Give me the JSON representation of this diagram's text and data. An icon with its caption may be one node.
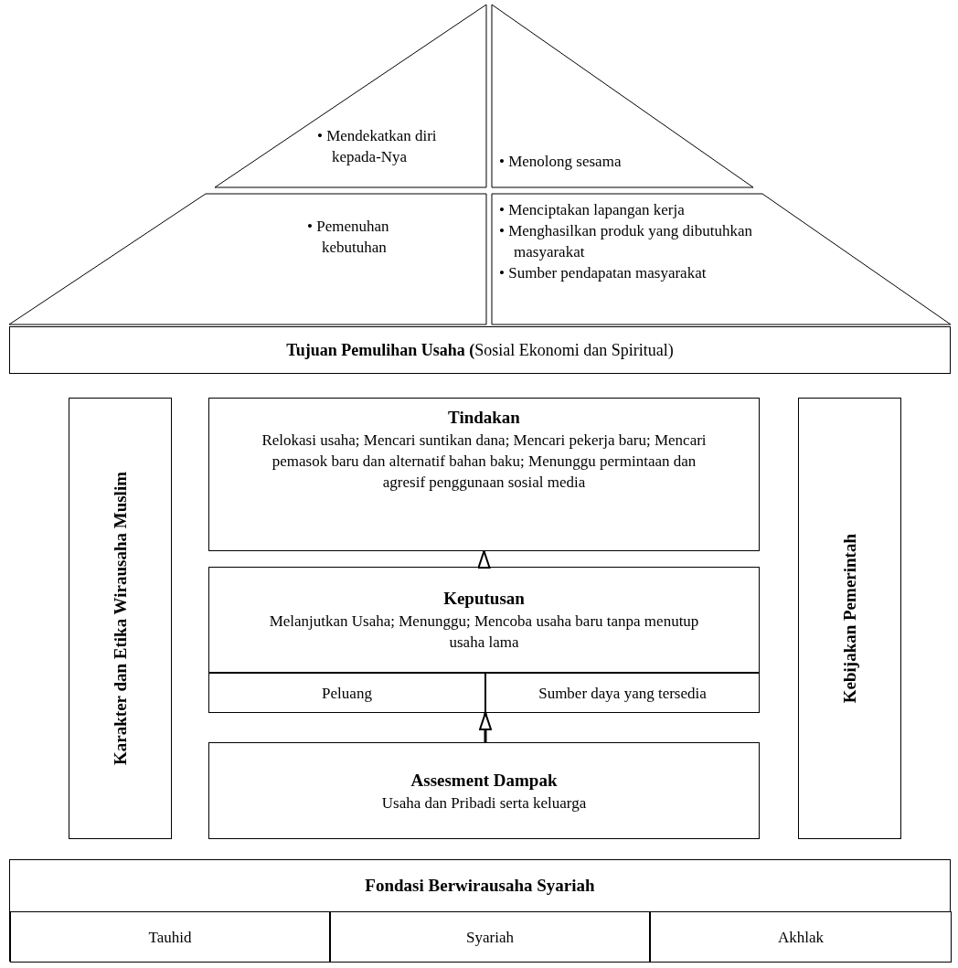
{
  "diagram": {
    "nodes": [
      {
        "text": [
          "• Mendekatkan diri kepada-Nya"
        ]
      },
      {
        "text": [
          "• Menolong sesama"
        ]
      },
      {
        "text": [
          "• Pemenuhan kebutuhan"
        ]
      },
      {
        "text": [
          "• Menciptakan lapangan kerja",
          "• Menghasilkan produk yang dibutuhkan masyarakat",
          "• Sumber pendapatan masyarakat"
        ]
      },
      {
        "text": [
          "**Tujuan Pemulihan Usaha (**Sosial Ekonomi dan Spiritual)"
        ]
      },
      {
        "text": [
          "Karakter dan Etika Wirausaha Muslim"
        ]
      },
      {
        "text": [
          "Tindakan",
          "Relokasi usaha; Mencari suntikan dana; Mencari pekerja baru; Mencari pemasok baru dan alternatif bahan baku; Menunggu permintaan dan agresif penggunaan sosial media"
        ]
      },
      {
        "text": [
          "Keputusan",
          "Melanjutkan Usaha; Menunggu; Mencoba usaha baru tanpa menutup usaha lama"
        ]
      },
      {
        "text": [
          "Peluang"
        ]
      },
      {
        "text": [
          "Sumber daya yang tersedia"
        ]
      },
      {
        "text": [
          "Assesment Dampak",
          "Usaha dan Pribadi serta keluarga"
        ]
      },
      {
        "text": [
          "Kebijakan Pemerintah"
        ]
      },
      {
        "text": [
          "Fondasi Berwirausaha Syariah"
        ]
      },
      {
        "text": [
          "Tauhid"
        ],
        "in": 12
      },
      {
        "text": [
          "Syariah"
        ],
        "in": 12
      },
      {
        "text": [
          "Akhlak"
        ],
        "in": 12
      }
    ],
    "edges": [
      {
        "from": 10,
        "to": 8,
        "arrow": "to"
      },
      {
        "from": 10,
        "to": 9,
        "arrow": "to"
      },
      {
        "from": 7,
        "to": 6,
        "arrow": "to"
      }
    ]
  }
}
